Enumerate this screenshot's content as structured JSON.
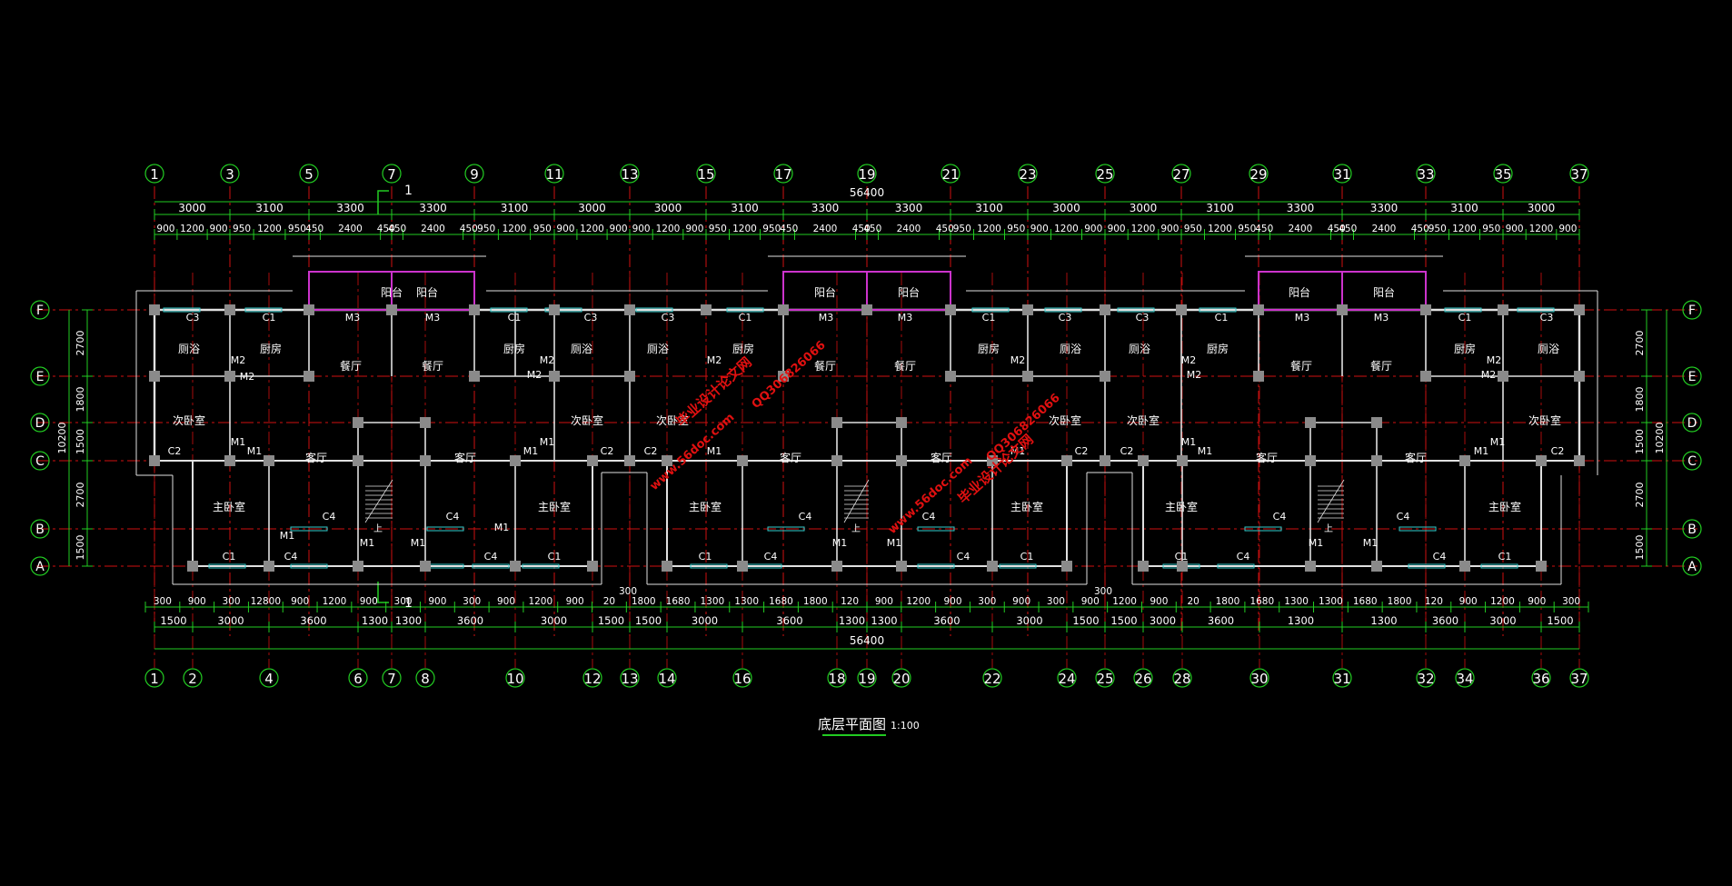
{
  "drawing": {
    "title": "底层平面图",
    "scale": "1:100",
    "section_mark": "1"
  },
  "grid": {
    "top_axes": [
      "1",
      "3",
      "5",
      "7",
      "9",
      "11",
      "13",
      "15",
      "17",
      "19",
      "21",
      "23",
      "25",
      "27",
      "29",
      "31",
      "33",
      "35",
      "37"
    ],
    "bottom_axes": [
      "1",
      "2",
      "4",
      "6",
      "7",
      "8",
      "10",
      "12",
      "13",
      "14",
      "16",
      "18",
      "19",
      "20",
      "22",
      "24",
      "25",
      "26",
      "28",
      "30",
      "31",
      "32",
      "34",
      "36",
      "37"
    ],
    "row_axes": [
      "F",
      "E",
      "D",
      "C",
      "B",
      "A"
    ]
  },
  "dimensions": {
    "total": "56400",
    "top_row1": [
      "3000",
      "3100",
      "3300",
      "3300",
      "3100",
      "3000",
      "3000",
      "3100",
      "3300",
      "3300",
      "3100",
      "3000",
      "3000",
      "3100",
      "3300",
      "3300",
      "3100",
      "3000"
    ],
    "top_row2": [
      "900",
      "1200",
      "900",
      "950",
      "1200",
      "950",
      "450",
      "2400",
      "450",
      "450",
      "2400",
      "450",
      "950",
      "1200",
      "950",
      "900",
      "1200",
      "900",
      "900",
      "1200",
      "900",
      "950",
      "1200",
      "950",
      "450",
      "2400",
      "450",
      "450",
      "2400",
      "450",
      "950",
      "1200",
      "950",
      "900",
      "1200",
      "900",
      "900",
      "1200",
      "900",
      "950",
      "1200",
      "950",
      "450",
      "2400",
      "450",
      "450",
      "2400",
      "450",
      "950",
      "1200",
      "950",
      "900",
      "1200",
      "900"
    ],
    "bottom_row1": [
      "300",
      "900",
      "300",
      "12800",
      "900",
      "1200",
      "900",
      "300",
      "900",
      "300",
      "900",
      "1200",
      "900",
      "20",
      "1800",
      "1680",
      "1300",
      "1300",
      "1680",
      "1800",
      "120",
      "900",
      "1200",
      "900",
      "300",
      "900",
      "300",
      "900",
      "1200",
      "900",
      "20",
      "1800",
      "1680",
      "1300",
      "1300",
      "1680",
      "1800",
      "120",
      "900",
      "1200",
      "900",
      "300"
    ],
    "bottom_row2": [
      "1500",
      "3000",
      "3600",
      "1300",
      "1300",
      "3600",
      "3000",
      "1500",
      "1500",
      "3000",
      "3600",
      "1300",
      "1300",
      "3600",
      "3000",
      "1500",
      "1500",
      "3000",
      "3600",
      "1300",
      "1300",
      "3600",
      "3000",
      "1500"
    ],
    "bottom_mid": [
      "300",
      "300"
    ],
    "left_side": [
      "2700",
      "1800",
      "1500",
      "2700",
      "1500"
    ],
    "left_total": "10200",
    "right_side": [
      "2700",
      "1800",
      "1500",
      "2700",
      "1500"
    ],
    "right_total": "10200"
  },
  "rooms": {
    "balcony": "阳台",
    "bath": "厕浴",
    "kitchen": "厨房",
    "dining": "餐厅",
    "bedroom2": "次卧室",
    "living": "客厅",
    "master": "主卧室"
  },
  "openings": {
    "c1": "C1",
    "c2": "C2",
    "c3": "C3",
    "c4": "C4",
    "m1": "M1",
    "m2": "M2",
    "m3": "M3",
    "up": "上"
  },
  "watermarks": [
    "毕业设计论文网",
    "www.56doc.com",
    "QQ306826066"
  ],
  "colors": {
    "background": "#000000",
    "axis_line": "#d01010",
    "dimension": "#22cc22",
    "wall": "#e0e0e0",
    "column": "#8a8a8a",
    "window": "#33cccc",
    "balcony_rail": "#cc33cc",
    "text": "#ffffff",
    "watermark": "#e01010"
  }
}
